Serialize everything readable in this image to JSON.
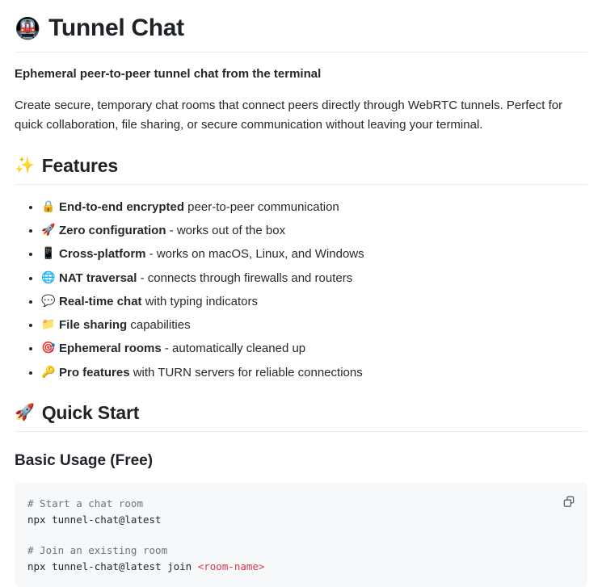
{
  "document": {
    "title_emoji": "🚇",
    "title": "Tunnel Chat",
    "subtitle": "Ephemeral peer-to-peer tunnel chat from the terminal",
    "intro": "Create secure, temporary chat rooms that connect peers directly through WebRTC tunnels. Perfect for quick collaboration, file sharing, or secure communication without leaving your terminal."
  },
  "features_section": {
    "emoji": "✨",
    "heading": "Features",
    "items": [
      {
        "emoji": "🔒",
        "bold": "End-to-end encrypted",
        "rest": " peer-to-peer communication"
      },
      {
        "emoji": "🚀",
        "bold": "Zero configuration",
        "rest": " - works out of the box"
      },
      {
        "emoji": "📱",
        "bold": "Cross-platform",
        "rest": " - works on macOS, Linux, and Windows"
      },
      {
        "emoji": "🌐",
        "bold": "NAT traversal",
        "rest": " - connects through firewalls and routers"
      },
      {
        "emoji": "💬",
        "bold": "Real-time chat",
        "rest": " with typing indicators"
      },
      {
        "emoji": "📁",
        "bold": "File sharing",
        "rest": " capabilities"
      },
      {
        "emoji": "🎯",
        "bold": "Ephemeral rooms",
        "rest": " - automatically cleaned up"
      },
      {
        "emoji": "🔑",
        "bold": "Pro features",
        "rest": " with TURN servers for reliable connections"
      }
    ]
  },
  "quickstart_section": {
    "emoji": "🚀",
    "heading": "Quick Start",
    "subheading": "Basic Usage (Free)",
    "code": {
      "comment_1": "# Start a chat room",
      "command_1": "npx tunnel-chat@latest",
      "blank": "",
      "comment_2": "# Join an existing room",
      "command_2": "npx tunnel-chat@latest join ",
      "placeholder_2": "<room-name>"
    },
    "copy_label": "copy-icon"
  },
  "colors": {
    "text": "#24292e",
    "muted": "#6a737d",
    "rule": "#eaecef",
    "code_bg": "#f6f8fa",
    "placeholder_red": "#d73a49",
    "page_bg": "#ffffff"
  }
}
